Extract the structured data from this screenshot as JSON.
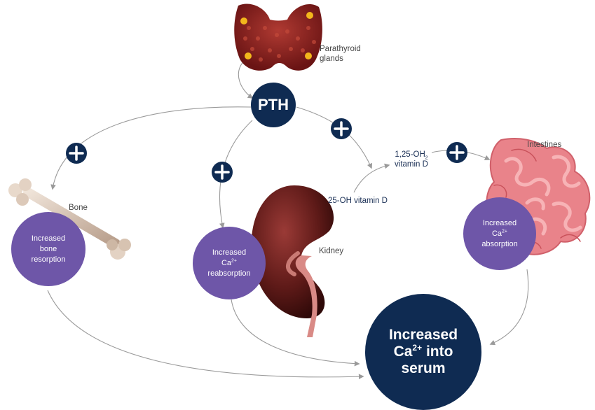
{
  "colors": {
    "navy": "#0f2b52",
    "purple": "#6e56a8",
    "arrow": "#9a9a9a",
    "gland": "#8b1f1f",
    "kidney": "#5a1414",
    "intestine": "#e9777a",
    "bone": "#dcc9b9"
  },
  "icons": [
    "parathyroid-gland-icon",
    "bone-icon",
    "kidney-icon",
    "intestine-icon",
    "plus-icon"
  ],
  "hormone": {
    "label": "PTH"
  },
  "plus": {
    "symbol": "+"
  },
  "labels": {
    "parathyroid": [
      "Parathyroid",
      "glands"
    ],
    "bone": "Bone",
    "kidney": "Kidney",
    "intestines": "Intestines",
    "vitd25": "25-OH vitamin D",
    "vitd125_line1_a": "1,25-OH",
    "vitd125_line1_sub": "2",
    "vitd125_line2": "vitamin D"
  },
  "effects": {
    "bone": [
      "Increased",
      "bone",
      "resorption"
    ],
    "kidney": {
      "line1": "Increased",
      "ion": "Ca",
      "charge": "2+",
      "line3": "reabsorption"
    },
    "intestine": {
      "line1": "Increased",
      "ion": "Ca",
      "charge": "2+",
      "line3": "absorption"
    },
    "serum": {
      "line1": "Increased",
      "ion": "Ca",
      "charge": "2+",
      "ion_suffix": " into",
      "line3": "serum"
    }
  }
}
